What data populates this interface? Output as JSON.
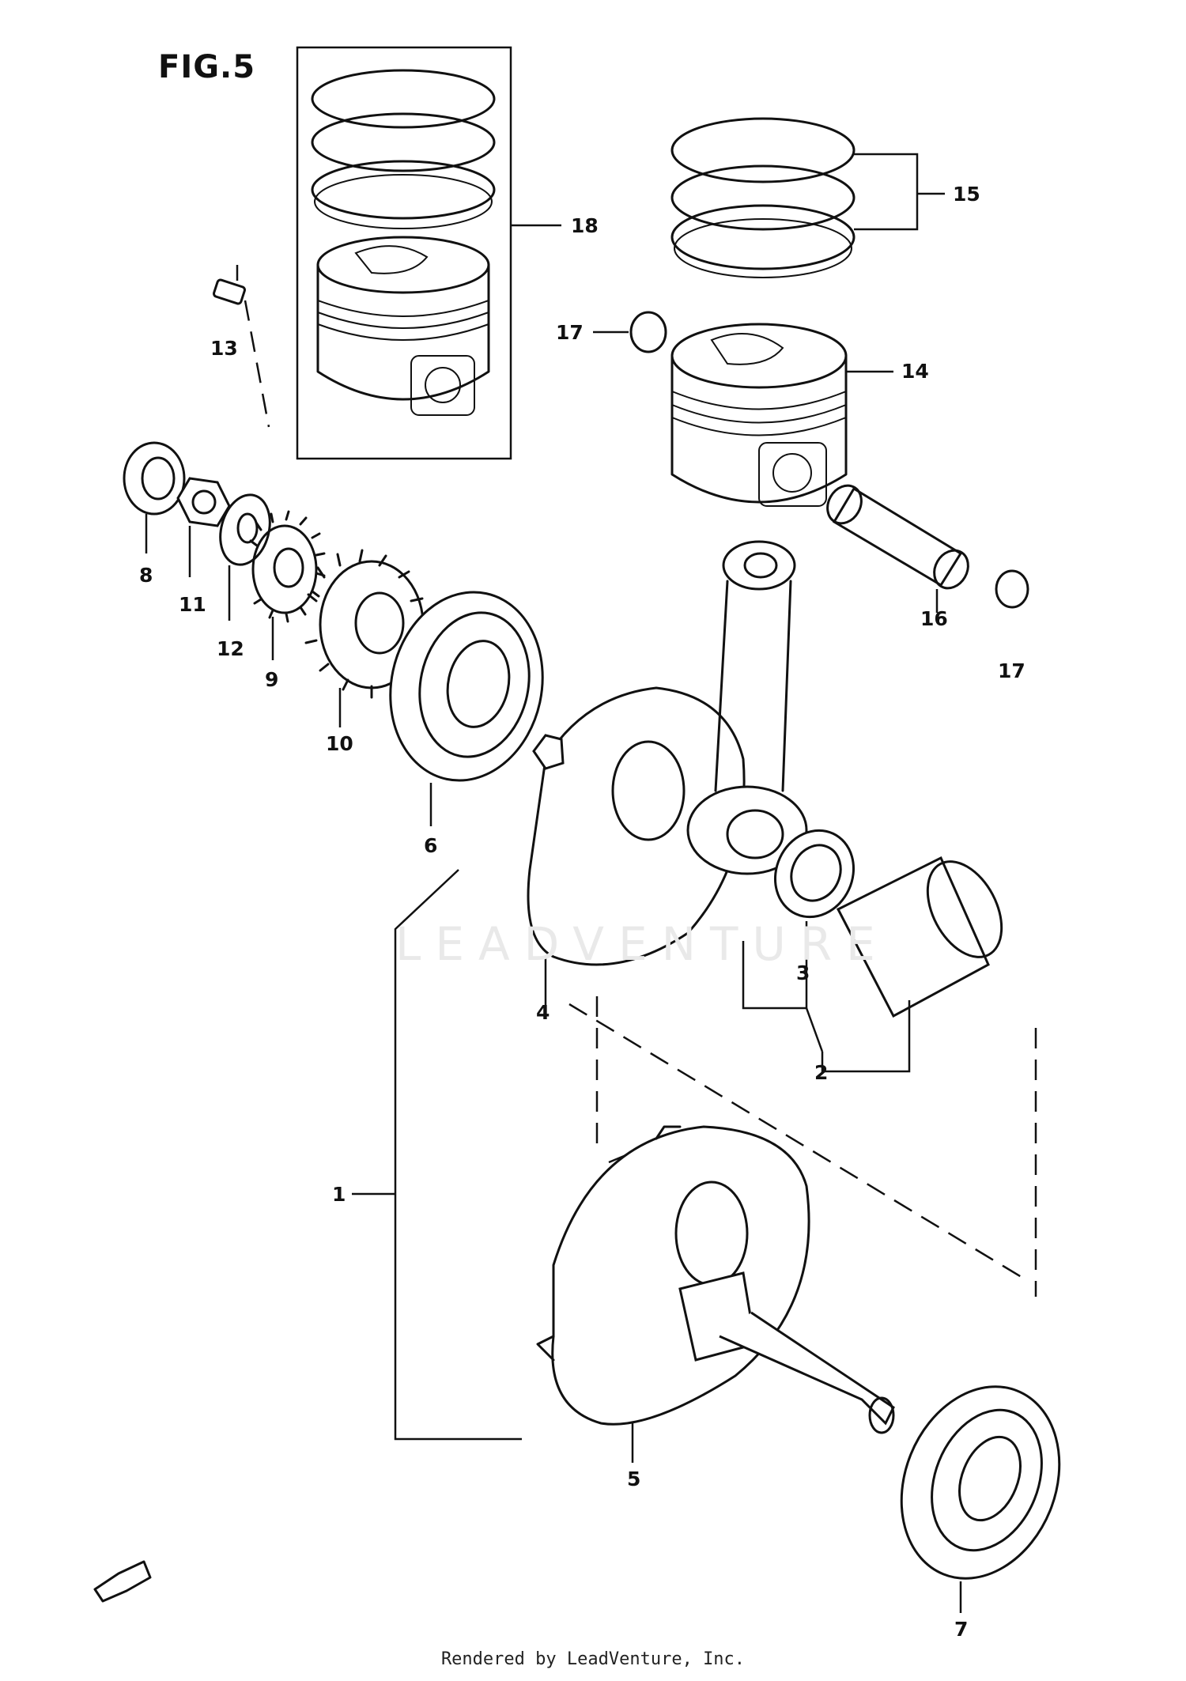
{
  "figure": {
    "title": "FIG.5"
  },
  "callouts": [
    {
      "id": "1",
      "text": "1"
    },
    {
      "id": "2",
      "text": "2"
    },
    {
      "id": "3",
      "text": "3"
    },
    {
      "id": "4",
      "text": "4"
    },
    {
      "id": "5",
      "text": "5"
    },
    {
      "id": "6",
      "text": "6"
    },
    {
      "id": "7",
      "text": "7"
    },
    {
      "id": "8",
      "text": "8"
    },
    {
      "id": "9",
      "text": "9"
    },
    {
      "id": "10",
      "text": "10"
    },
    {
      "id": "11",
      "text": "11"
    },
    {
      "id": "12",
      "text": "12"
    },
    {
      "id": "13",
      "text": "13"
    },
    {
      "id": "14",
      "text": "14"
    },
    {
      "id": "15",
      "text": "15"
    },
    {
      "id": "16",
      "text": "16"
    },
    {
      "id": "17a",
      "text": "17"
    },
    {
      "id": "17b",
      "text": "17"
    },
    {
      "id": "18",
      "text": "18"
    }
  ],
  "watermark": {
    "text": "LEADVENTURE"
  },
  "footer": {
    "text": "Rendered by LeadVenture, Inc."
  }
}
